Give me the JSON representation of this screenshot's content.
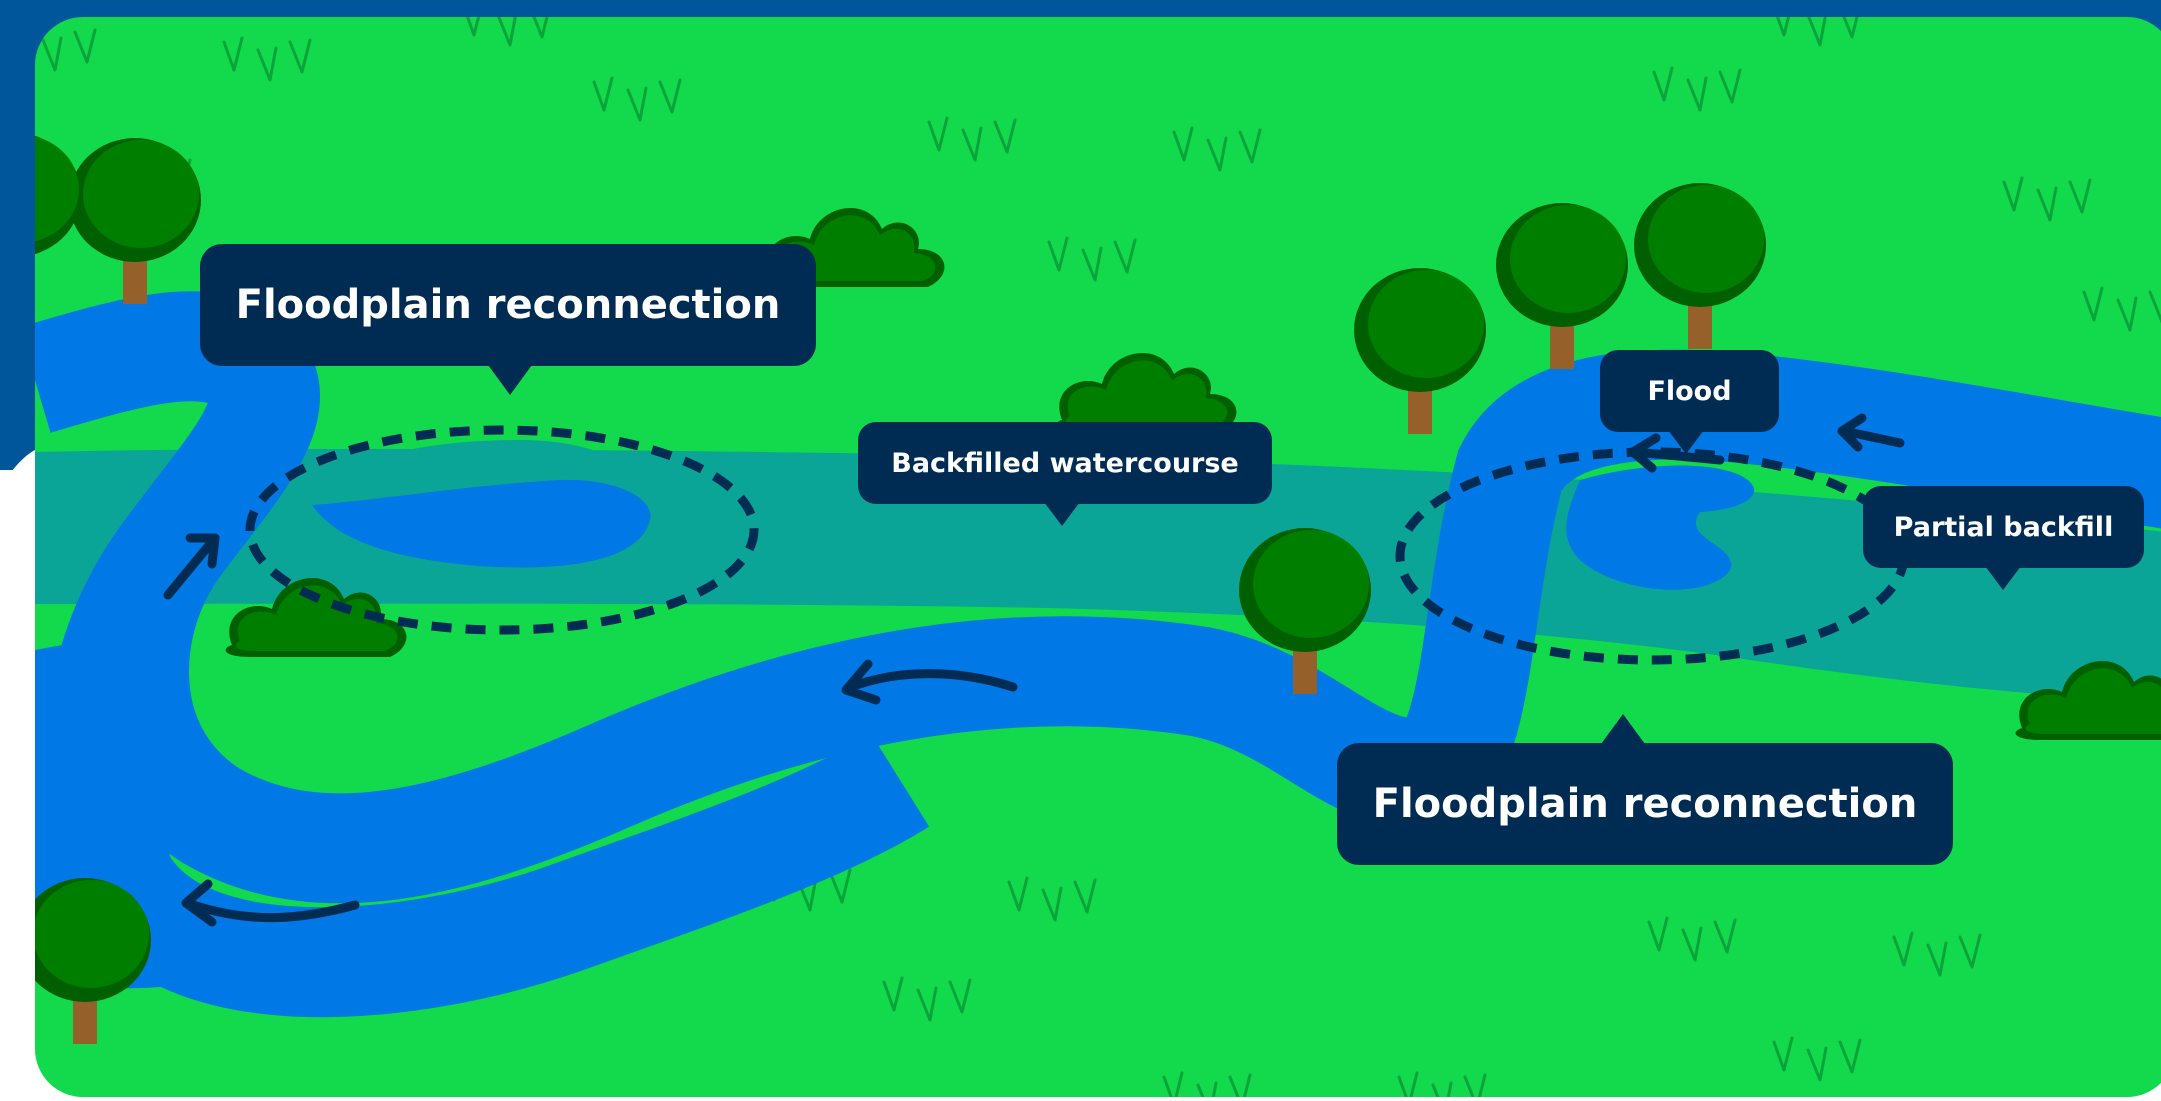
{
  "labels": {
    "floodplain_top": "Floodplain reconnection",
    "backfilled": "Backfilled watercourse",
    "flood": "Flood",
    "partial_backfill": "Partial backfill",
    "floodplain_bottom": "Floodplain reconnection"
  },
  "colors": {
    "header_blue": "#00569a",
    "grass": "#13d94c",
    "river": "#0078e5",
    "floodplain_band": "#0aa596",
    "label_bg": "#002c53",
    "tree_dark": "#005f00",
    "tree_light": "#007e00",
    "trunk": "#96602a",
    "grass_tuft": "#0aa53a"
  },
  "icons": [
    "tree-icon",
    "bush-icon",
    "grass-tuft-icon",
    "flow-arrow-icon"
  ]
}
